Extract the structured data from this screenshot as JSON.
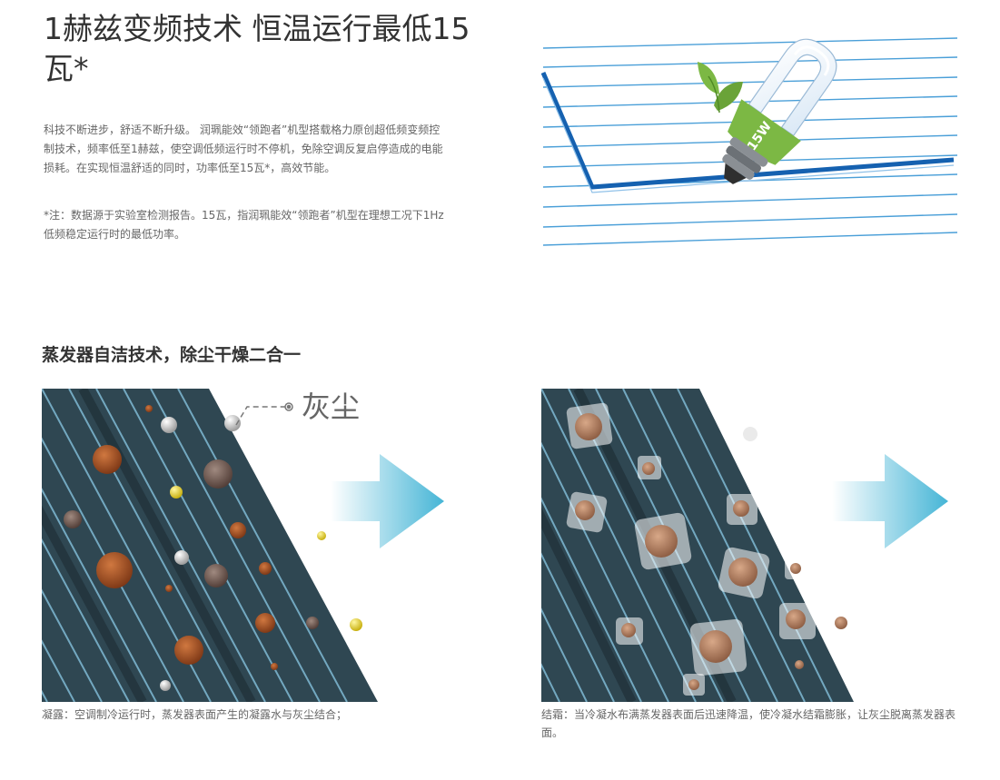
{
  "feature1": {
    "headline": "1赫兹变频技术 恒温运行最低15瓦*",
    "description": "科技不断进步，舒适不断升级。 润珮能效“领跑者”机型搭载格力原创超低频变频控制技术，频率低至1赫兹，使空调低频运行时不停机，免除空调反复启停造成的电能损耗。在实现恒温舒适的同时，功率低至15瓦*，高效节能。",
    "footnote": "*注：数据源于实验室检测报告。15瓦，指润珮能效“领跑者”机型在理想工况下1Hz低频稳定运行时的最低功率。",
    "bulb_label": "15W"
  },
  "feature2": {
    "title": "蒸发器自洁技术，除尘干燥二合一",
    "dust_label": "灰尘",
    "caption_left": "凝露：空调制冷运行时，蒸发器表面产生的凝露水与灰尘结合；",
    "caption_right": "结霜：当冷凝水布满蒸发器表面后迅速降温，使冷凝水结霜膨胀，让灰尘脱离蒸发器表面。"
  },
  "colors": {
    "line_blue": "#4a9fd8",
    "frame_blue": "#1561b0",
    "leaf_green": "#7cb844",
    "arrow_cyan": "#45b5d6",
    "coil_dark": "#2f4752",
    "dust_brown": "#9a4a22"
  },
  "icons": {
    "bulb": "energy-saving-bulb-icon",
    "arrow": "right-arrow-icon",
    "leaf": "leaf-icon"
  }
}
